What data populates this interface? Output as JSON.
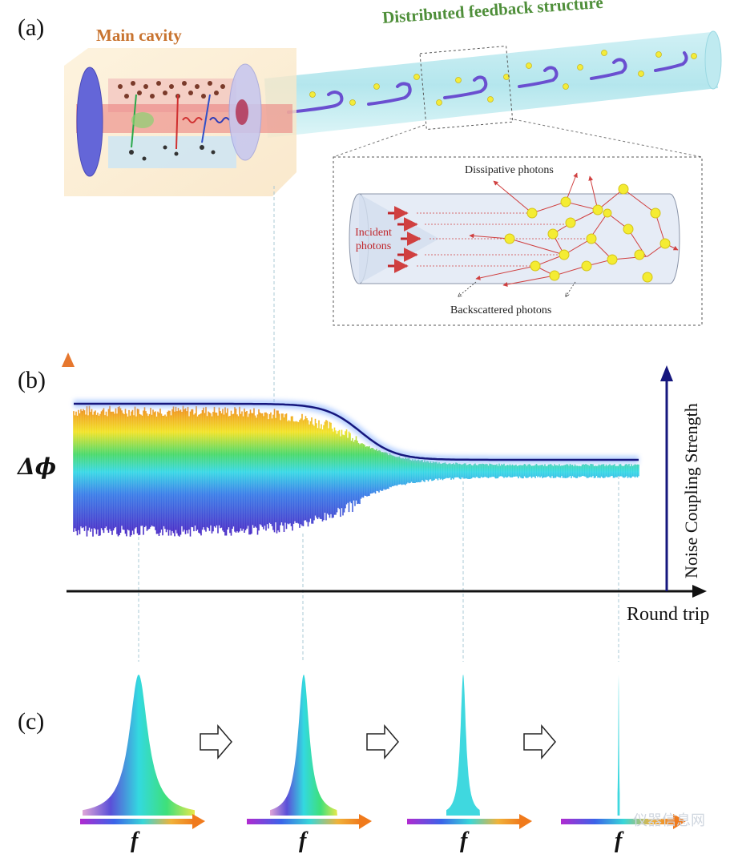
{
  "panels": {
    "a": "(a)",
    "b": "(b)",
    "c": "(c)"
  },
  "panel_a": {
    "main_cavity": "Main cavity",
    "dfs": "Distributed feedback structure",
    "inset": {
      "dissipative": "Dissipative photons",
      "incident_line1": "Incident",
      "incident_line2": "photons",
      "backscattered": "Backscattered photons"
    }
  },
  "panel_b": {
    "y_left_label": "Δ𝝓",
    "y_right_label": "Noise Coupling Strength",
    "x_label": "Round trip",
    "colors": {
      "axis_left_top": "#e6772e",
      "axis_left_bottom": "#6a2a9a",
      "axis_right": "#16177e",
      "curve": "#16177e"
    }
  },
  "panel_c": {
    "freq_label": "f",
    "spectra": [
      {
        "relative_width": 1.0
      },
      {
        "relative_width": 0.6
      },
      {
        "relative_width": 0.3
      },
      {
        "relative_width": 0.02
      }
    ]
  },
  "watermark": "仪器信息网"
}
